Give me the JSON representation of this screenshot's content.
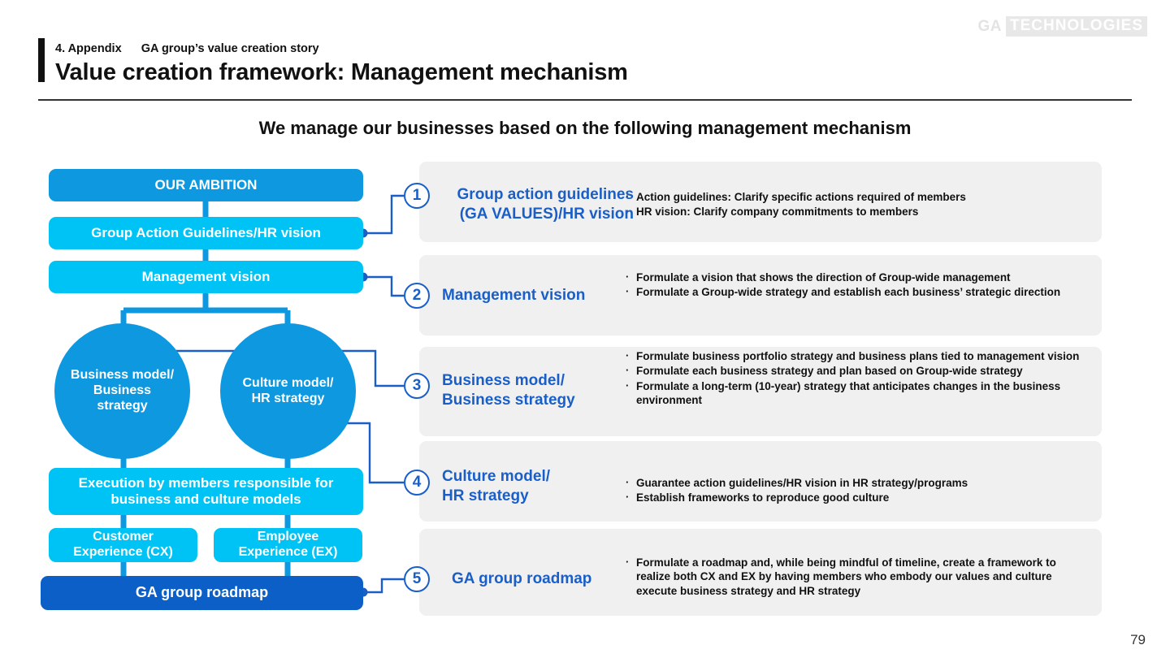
{
  "header": {
    "logo_mark": "GA",
    "logo_word": "TECHNOLOGIES",
    "eyebrow_section": "4. Appendix",
    "eyebrow_topic": "GA group’s value creation story",
    "title": "Value creation framework: Management mechanism"
  },
  "lead": "We manage our businesses based on the following management mechanism",
  "page_number": "79",
  "colors": {
    "primary_blue": "#0d98e0",
    "light_cyan": "#00c3f5",
    "deep_blue": "#0d5fc8",
    "heading_blue": "#1a5fc8",
    "connector_blue": "#1a5fc8",
    "panel_bg": "#f0f0f0"
  },
  "diagram": {
    "nodes": [
      {
        "id": "our-ambition",
        "label": "OUR AMBITION"
      },
      {
        "id": "group-action-guidelines",
        "label": "Group Action Guidelines/HR vision"
      },
      {
        "id": "management-vision",
        "label": "Management vision"
      },
      {
        "id": "business-model",
        "label": "Business model/\nBusiness\nstrategy"
      },
      {
        "id": "culture-model",
        "label": "Culture model/\nHR strategy"
      },
      {
        "id": "execution",
        "label": "Execution by members responsible for\nbusiness and culture models"
      },
      {
        "id": "customer-experience",
        "label": "Customer\nExperience (CX)"
      },
      {
        "id": "employee-experience",
        "label": "Employee\nExperience (EX)"
      },
      {
        "id": "ga-group-roadmap",
        "label": "GA group roadmap"
      }
    ]
  },
  "panels": [
    {
      "number": "1",
      "heading": "Group action guidelines\n(GA VALUES)/HR vision",
      "bullets": [
        "Action guidelines: Clarify specific actions required of members",
        "HR vision: Clarify company commitments to members"
      ]
    },
    {
      "number": "2",
      "heading": "Management vision",
      "bullets": [
        "Formulate a vision that shows the direction of Group-wide management",
        "Formulate a Group-wide strategy and establish each business’ strategic direction"
      ]
    },
    {
      "number": "3",
      "heading": "Business model/\nBusiness strategy",
      "bullets": [
        "Formulate business portfolio strategy and business plans tied to management vision",
        "Formulate each business strategy and plan based on Group-wide strategy",
        "Formulate a long-term (10-year) strategy that anticipates changes in the business environment"
      ]
    },
    {
      "number": "4",
      "heading": "Culture model/\nHR strategy",
      "bullets": [
        "Guarantee action guidelines/HR vision in HR strategy/programs",
        "Establish frameworks to reproduce good culture"
      ]
    },
    {
      "number": "5",
      "heading": "GA group roadmap",
      "bullets": [
        "Formulate a roadmap and, while being mindful of timeline, create a framework to realize both CX and EX by having members who embody our values and culture execute business strategy and HR strategy"
      ]
    }
  ]
}
